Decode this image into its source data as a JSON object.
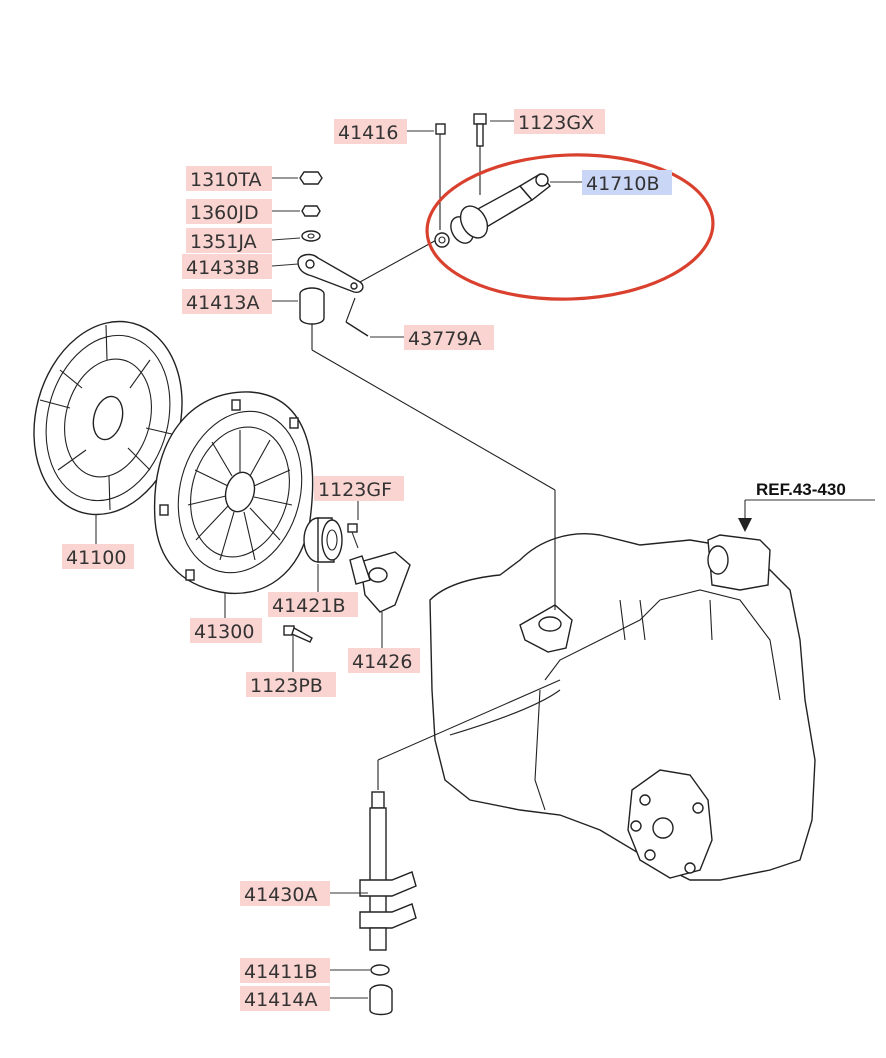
{
  "labels": {
    "p41416": "41416",
    "p1123GX": "1123GX",
    "p1310TA": "1310TA",
    "p1360JD": "1360JD",
    "p1351JA": "1351JA",
    "p41433B": "41433B",
    "p41413A": "41413A",
    "p41710B": "41710B",
    "p43779A": "43779A",
    "p41100": "41100",
    "p1123GF": "1123GF",
    "p41421B": "41421B",
    "p41300": "41300",
    "p41426": "41426",
    "p1123PB": "1123PB",
    "p41430A": "41430A",
    "p41411B": "41411B",
    "p41414A": "41414A",
    "ref": "REF.43-430"
  },
  "highlight": {
    "part": "41710B",
    "color": "#d9412e"
  },
  "colors": {
    "label_bg": "#f9d4d0",
    "highlight_bg": "#c9d6f5"
  }
}
